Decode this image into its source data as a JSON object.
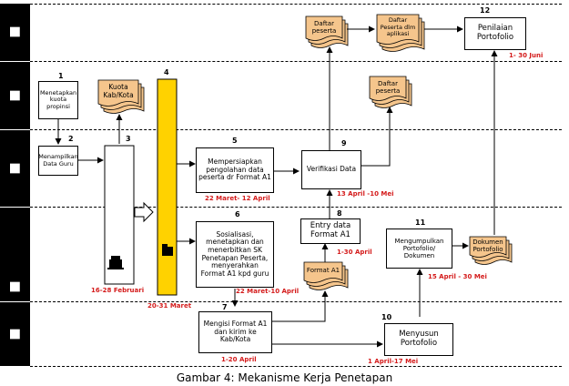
{
  "caption": "Gambar 4:   Mekanisme Kerja Penetapan",
  "lanes": [
    "",
    "",
    "",
    "",
    ""
  ],
  "steps": {
    "s1": {
      "num": "1",
      "text": "Menetapkan kuota propinsi"
    },
    "s2": {
      "num": "2",
      "text": "Menampilkan Data Guru"
    },
    "s3": {
      "num": "3"
    },
    "s4": {
      "num": "4"
    },
    "s5": {
      "num": "5",
      "text": "Mempersiapkan pengolahan data peserta dr Format A1"
    },
    "s6": {
      "num": "6",
      "text": "Sosialisasi, menetapkan dan menerbitkan SK Penetapan Peserta, menyerahkan Format A1 kpd guru"
    },
    "s7": {
      "num": "7",
      "text": "Mengisi Format A1 dan kirim ke Kab/Kota"
    },
    "s8": {
      "num": "8",
      "text": "Entry data Format A1"
    },
    "s9": {
      "num": "9",
      "text": "Verifikasi Data"
    },
    "s10": {
      "num": "10",
      "text": "Menyusun Portofolio"
    },
    "s11": {
      "num": "11",
      "text": "Mengumpulkan Portofolio/ Dokumen"
    },
    "s12": {
      "num": "12",
      "text": "Penilaian Portofolio"
    }
  },
  "docs": {
    "kuota": "Kuota Kab/Kota",
    "daftar_peserta_top": "Daftar peserta",
    "daftar_peserta_aplikasi": "Daftar Peserta dlm aplikasi",
    "daftar_peserta_mid": "Daftar peserta",
    "format_a1": "Format A1",
    "dokumen": "Dokumen Portofolio"
  },
  "dates": {
    "d3": "16-28 Februari",
    "d4": "20-31 Maret",
    "d5": "22 Maret- 12 April",
    "d6": "22 Maret-10 April",
    "d7": "1-20 April",
    "d8": "1-30 April",
    "d9": "13 April -10 Mei",
    "d10": "1 April-17 Mei",
    "d11": "15 April - 30 Mei",
    "d12": "1- 30 Juni"
  },
  "colors": {
    "doc_fill": "#f5c58c",
    "yellow_bar": "#ffd200",
    "date_red": "#d41b1b"
  }
}
